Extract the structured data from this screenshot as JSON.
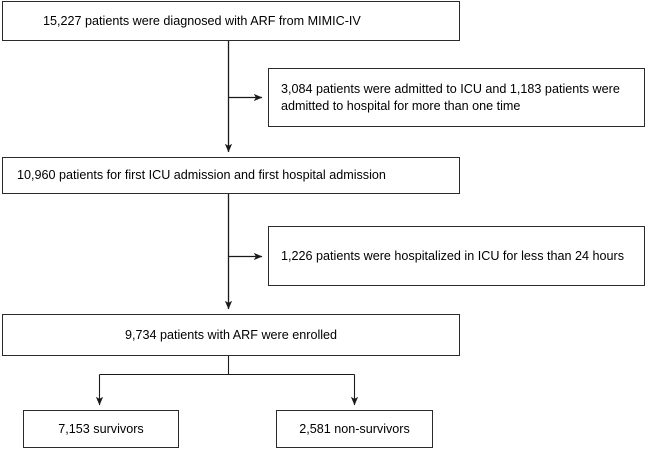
{
  "figure": {
    "type": "flowchart",
    "orientation": "top-to-bottom",
    "background_color": "#ffffff",
    "line_color": "#2b2b2b",
    "text_color": "#000000"
  },
  "nodes": {
    "diagnosed": {
      "text": "15,227 patients were diagnosed with ARF from MIMIC-IV",
      "count": "15,227",
      "align": "left"
    },
    "exclusion_1": {
      "text": "3,084 patients were admitted to ICU and 1,183 patients were admitted to hospital for more than one time",
      "line1": "3,084 patients were admitted to ICU and 1,183 patients",
      "line2": "were admitted to hospital for more than one time",
      "align": "left"
    },
    "first_admission": {
      "text": "10,960 patients for first ICU admission and first hospital admission",
      "count": "10,960",
      "align": "left"
    },
    "exclusion_2": {
      "text": "1,226 patients were hospitalized in ICU for less than 24 hours",
      "line1": "1,226 patients were hospitalized in ICU for less than",
      "line2": "24 hours",
      "align": "left"
    },
    "enrolled": {
      "text": "9,734 patients with ARF were enrolled",
      "count": "9,734",
      "align": "center"
    },
    "survivors": {
      "text": "7,153 survivors",
      "count": "7,153",
      "align": "center"
    },
    "non_survivors": {
      "text": "2,581 non-survivors",
      "count": "2,581",
      "align": "center"
    }
  },
  "connectors": [
    {
      "name": "diagnosed-to-first-admission",
      "kind": "vertical-arrow"
    },
    {
      "name": "diagnosed-to-exclusion-1",
      "kind": "horizontal-arrow"
    },
    {
      "name": "first-admission-to-enrolled",
      "kind": "vertical-arrow"
    },
    {
      "name": "first-admission-to-exclusion-2",
      "kind": "horizontal-arrow"
    },
    {
      "name": "enrolled-to-survivors",
      "kind": "branch-arrow"
    },
    {
      "name": "enrolled-to-non-survivors",
      "kind": "branch-arrow"
    }
  ]
}
